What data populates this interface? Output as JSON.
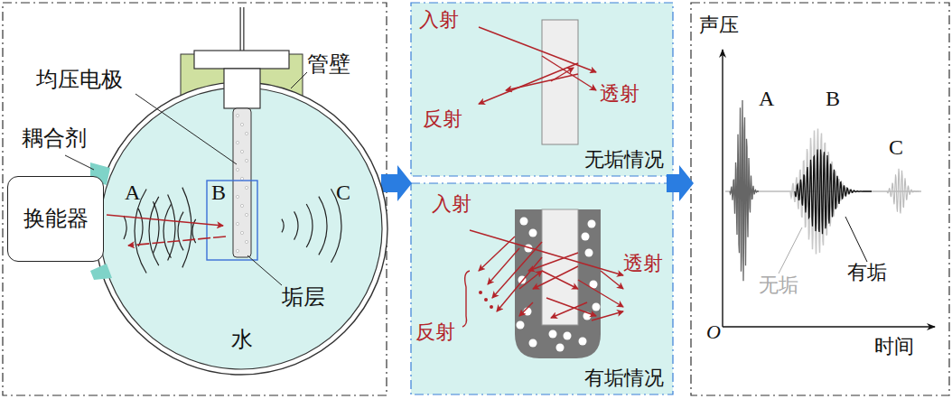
{
  "diagram": {
    "nodes": [
      {
        "text": [
          "换能器"
        ]
      },
      {
        "text": [
          "无垢情况"
        ]
      },
      {
        "text": [
          "有垢情况"
        ]
      }
    ],
    "labels": [
      "均压电极",
      "管壁",
      "耦合剂",
      "A",
      "B",
      "C",
      "垢层",
      "水",
      "入射",
      "反射",
      "透射",
      "入射",
      "透射",
      "反射",
      "声压",
      "A",
      "B",
      "C",
      "有垢",
      "无垢",
      "O",
      "时间"
    ]
  }
}
